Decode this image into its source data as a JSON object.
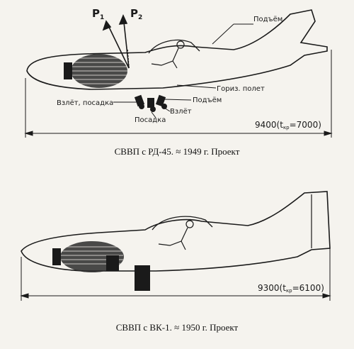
{
  "top_diagram": {
    "force_p1": "P",
    "force_p1_sub": "1",
    "force_p2": "P",
    "force_p2_sub": "2",
    "label_lift": "Подъём",
    "label_horizontal_flight": "Гориз. полет",
    "label_lift_2": "Подъём",
    "label_takeoff_landing": "Взлёт, посадка",
    "label_takeoff": "Взлёт",
    "label_landing": "Посадка",
    "dimension": "9400",
    "dimension_note": "(t",
    "dimension_note_sub": "кр",
    "dimension_note_end": "=7000)",
    "caption": "СВВП с РД-45. ≈ 1949 г. Проект"
  },
  "bottom_diagram": {
    "dimension": "9300",
    "dimension_note": "(t",
    "dimension_note_sub": "кр",
    "dimension_note_end": "=6100)",
    "caption": "СВВП с ВК-1. ≈ 1950 г. Проект"
  },
  "colors": {
    "ink": "#1a1a1a",
    "paper": "#f5f3ee"
  }
}
